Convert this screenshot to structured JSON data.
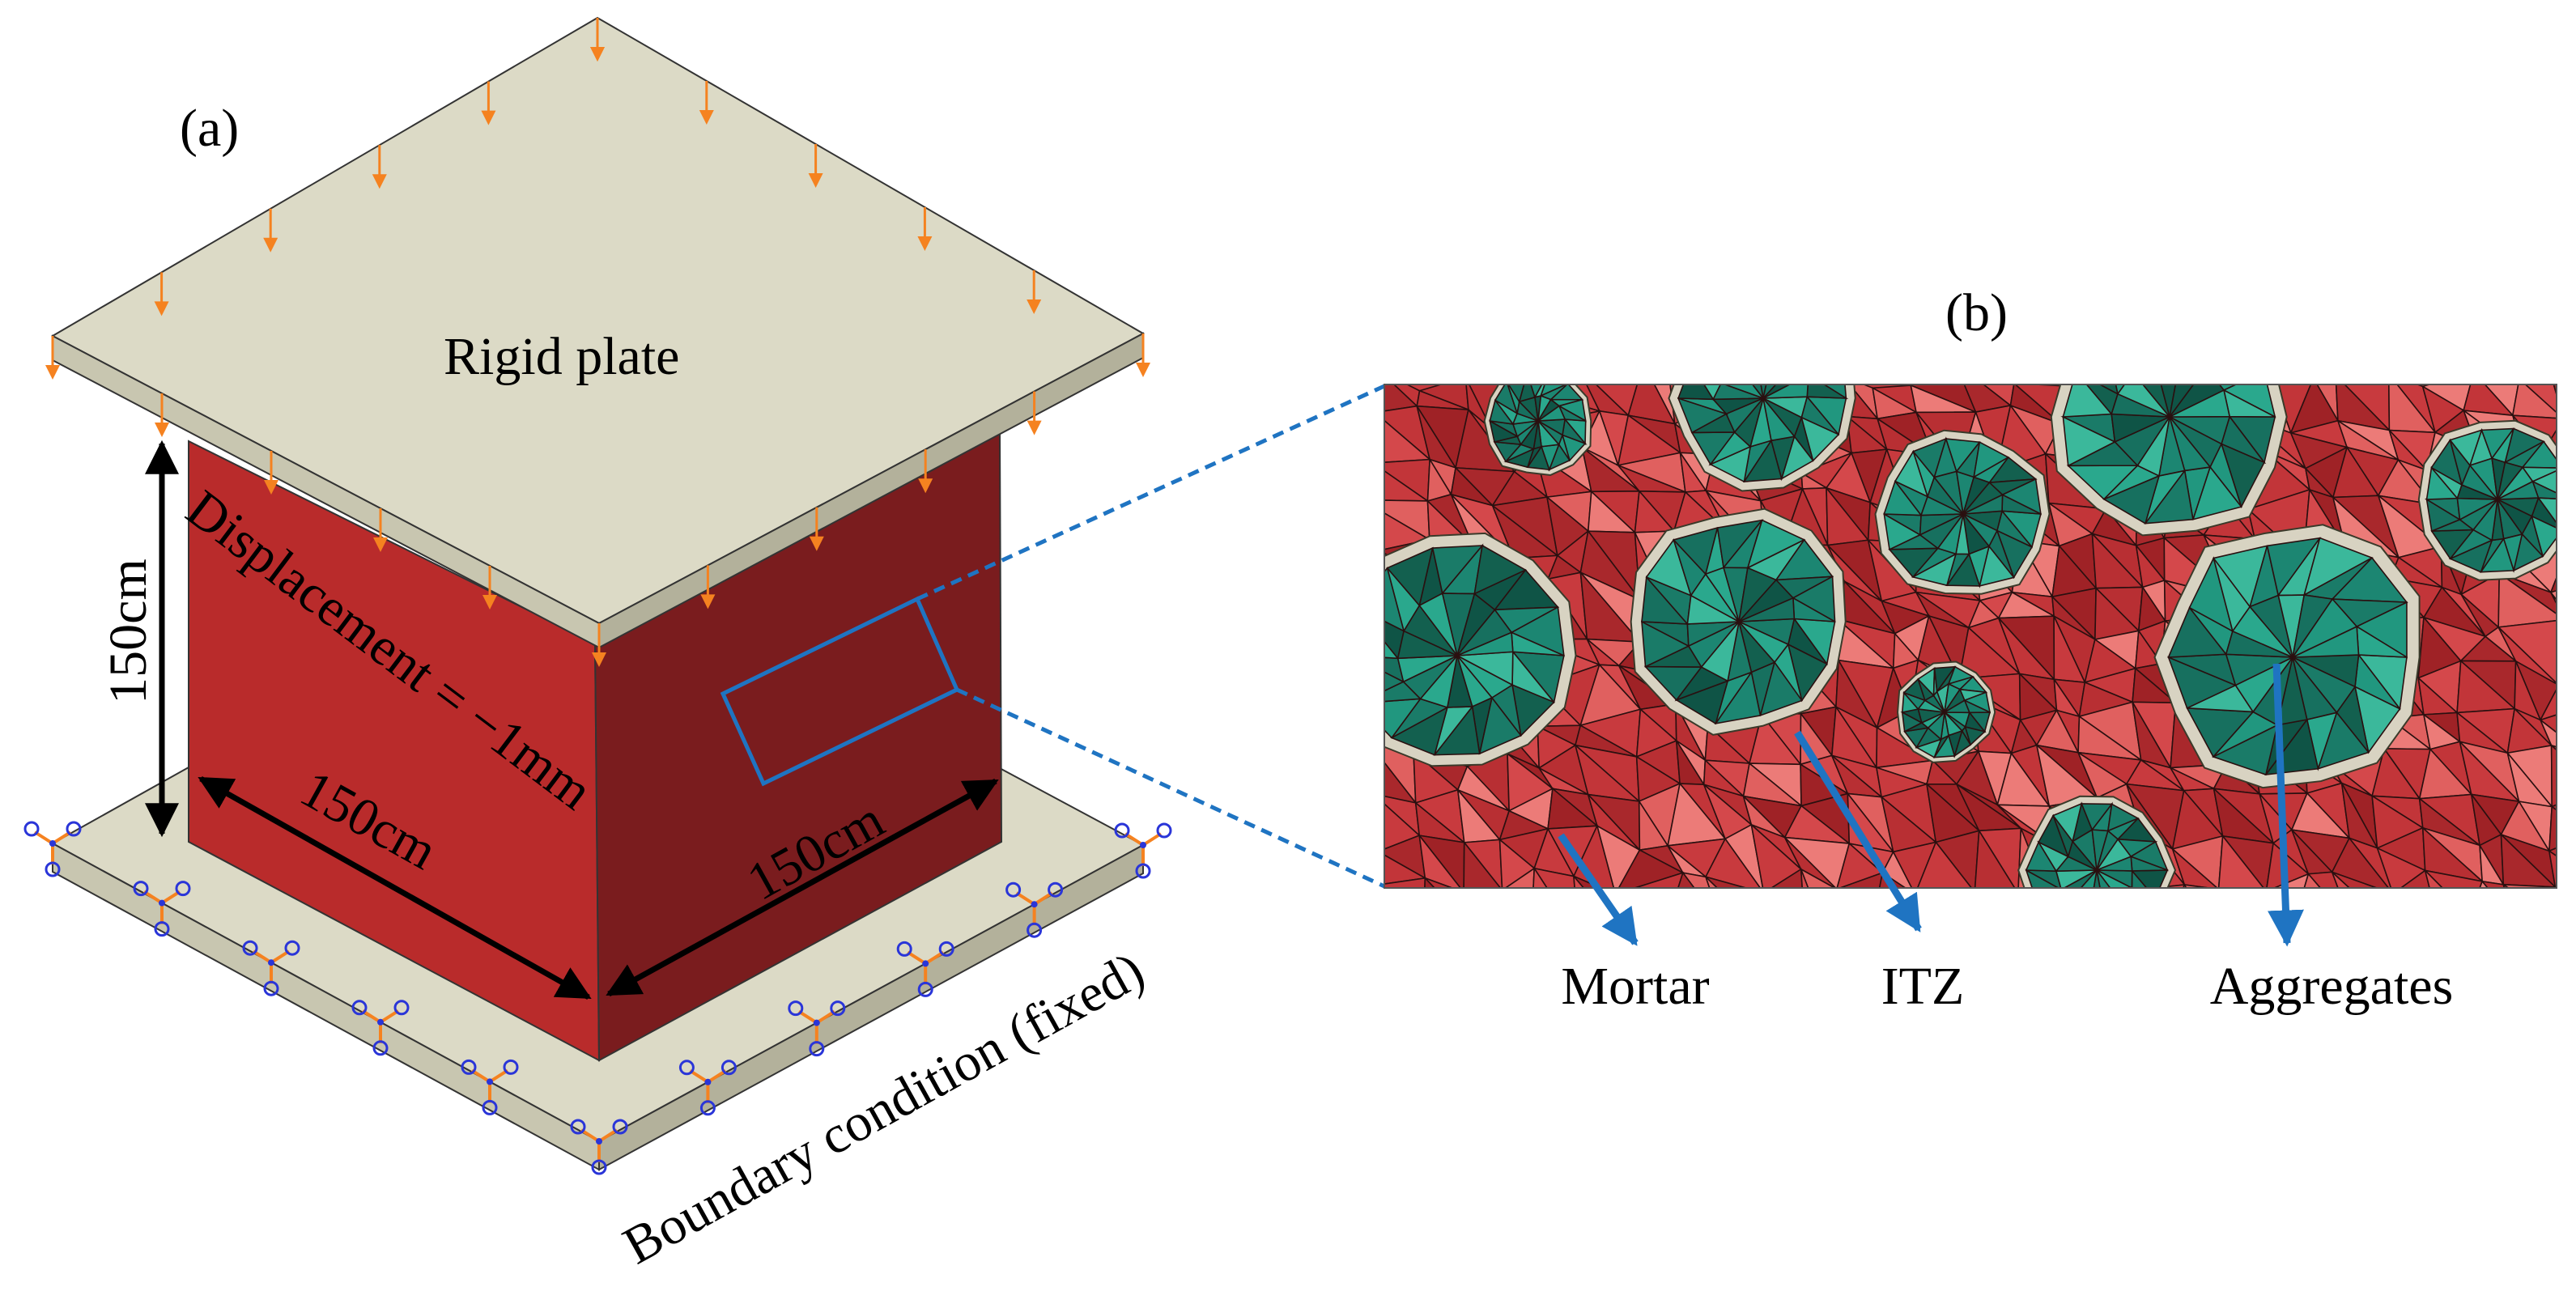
{
  "panel_a": {
    "label": "(a)",
    "rigid_plate": "Rigid plate",
    "displacement": "Displacement = −1mm",
    "height_dim": "150cm",
    "width_dim": "150cm",
    "depth_dim": "150cm",
    "boundary": "Boundary condition (fixed)"
  },
  "panel_b": {
    "label": "(b)",
    "mortar": "Mortar",
    "itz": "ITZ",
    "aggregates": "Aggregates"
  },
  "colors": {
    "plate": "#dcdac6",
    "cube_front": "#b92b2b",
    "cube_side": "#7a1c1e",
    "load_arrow": "#f58220",
    "zoom_callout": "#1f74c2",
    "mortar_red": "#c83a3e",
    "aggregate_green": "#1c8672",
    "itz": "#d8d3c2",
    "support_blue": "#2a35d8"
  },
  "icons": {
    "load": "down-arrow-icon",
    "support": "fixed-support-icon"
  }
}
